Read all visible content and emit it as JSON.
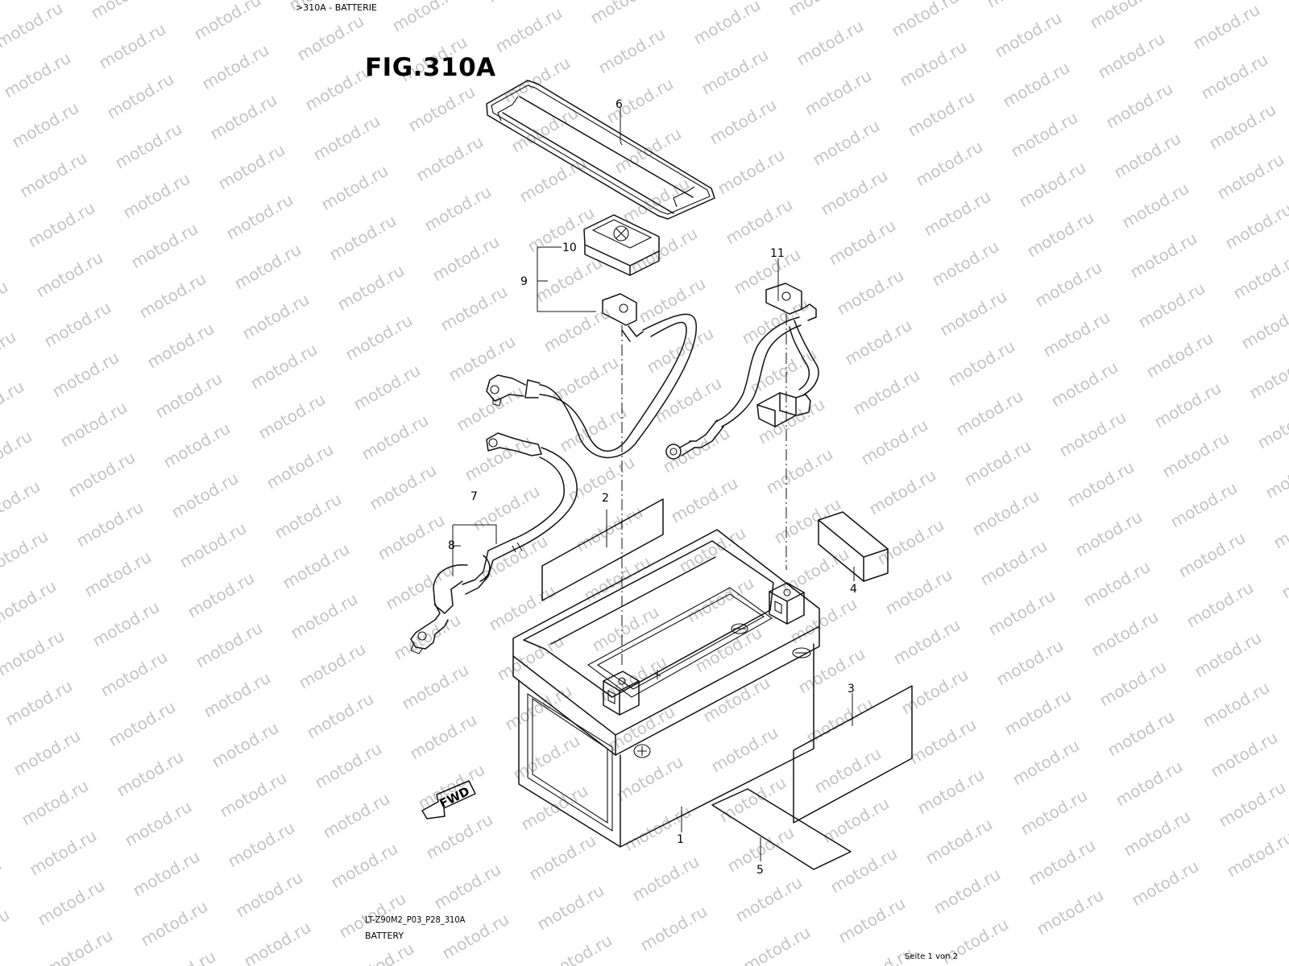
{
  "header": {
    "title": ">310A - BATTERIE"
  },
  "figure": {
    "title": "FIG.310A"
  },
  "watermark": {
    "text": "motod.ru"
  },
  "callouts": {
    "n1": "1",
    "n2": "2",
    "n3": "3",
    "n4": "4",
    "n5": "5",
    "n6": "6",
    "n7": "7",
    "n8": "8",
    "n9": "9",
    "n10": "10",
    "n11": "11"
  },
  "fwd_label": "FWD",
  "footer": {
    "code": "LT-Z90M2_P03_P28_310A",
    "name": "BATTERY",
    "page_counter": "Seite 1 von 2"
  }
}
